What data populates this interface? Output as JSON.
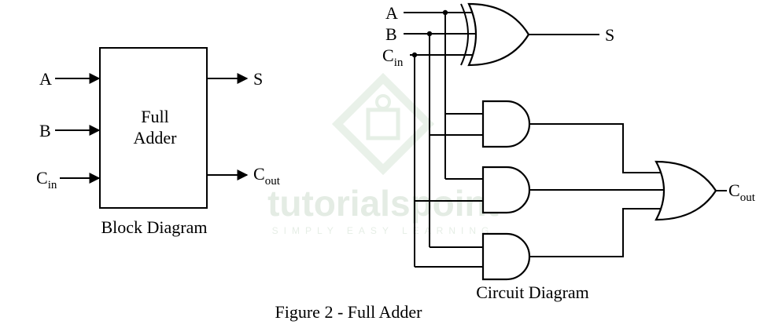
{
  "block_diagram": {
    "box_label_line1": "Full",
    "box_label_line2": "Adder",
    "inputs": [
      {
        "main": "A",
        "sub": ""
      },
      {
        "main": "B",
        "sub": ""
      },
      {
        "main": "C",
        "sub": "in"
      }
    ],
    "outputs": [
      {
        "main": "S",
        "sub": ""
      },
      {
        "main": "C",
        "sub": "out"
      }
    ],
    "caption": "Block Diagram"
  },
  "circuit_diagram": {
    "inputs": [
      {
        "main": "A",
        "sub": ""
      },
      {
        "main": "B",
        "sub": ""
      },
      {
        "main": "C",
        "sub": "in"
      }
    ],
    "outputs": [
      {
        "main": "S",
        "sub": ""
      },
      {
        "main": "C",
        "sub": "out"
      }
    ],
    "gates": [
      "XOR",
      "AND",
      "AND",
      "AND",
      "OR"
    ],
    "caption": "Circuit Diagram"
  },
  "watermark": {
    "brand": "tutorialspoint",
    "tagline": "SIMPLY EASY LEARNING"
  },
  "figure_caption": "Figure 2 - Full Adder"
}
